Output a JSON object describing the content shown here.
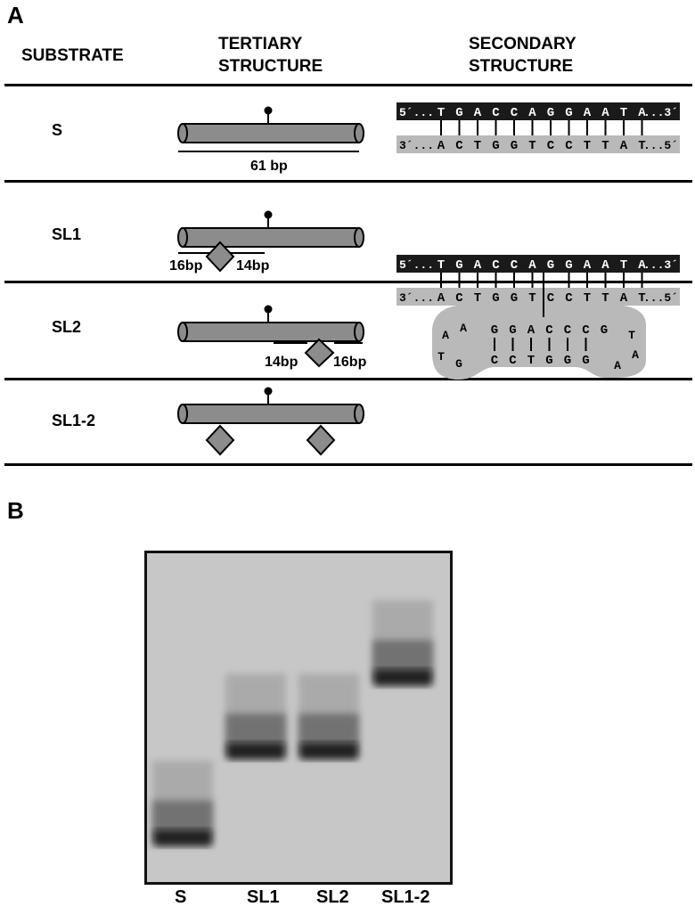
{
  "panel_a": {
    "letter": "A",
    "headers": {
      "substrate": "SUBSTRATE",
      "tertiary_line1": "TERTIARY",
      "tertiary_line2": "STRUCTURE",
      "secondary_line1": "SECONDARY",
      "secondary_line2": "STRUCTURE"
    },
    "rows": [
      {
        "label": "S",
        "length_label": "61 bp"
      },
      {
        "label": "SL1",
        "left_arm": "16bp",
        "right_arm": "14bp"
      },
      {
        "label": "SL2",
        "left_arm": "14bp",
        "right_arm": "16bp"
      },
      {
        "label": "SL1-2"
      }
    ],
    "secondary_structure": {
      "top_strand_prefix": "5´...",
      "top_strand_bases": [
        "T",
        "G",
        "A",
        "C",
        "C",
        "A",
        "G",
        "G",
        "A",
        "A",
        "T",
        "A"
      ],
      "top_strand_suffix": "...3´",
      "bottom_strand_prefix": "3´...",
      "bottom_strand_bases": [
        "A",
        "C",
        "T",
        "G",
        "G",
        "T",
        "C",
        "C",
        "T",
        "T",
        "A",
        "T"
      ],
      "bottom_strand_suffix": "...5´",
      "stem_loop_upper": [
        "G",
        "G",
        "A",
        "C",
        "C",
        "C",
        "G"
      ],
      "stem_loop_lower": [
        "C",
        "C",
        "T",
        "G",
        "G",
        "G"
      ],
      "loop_left": [
        "A",
        "A",
        "T",
        "G"
      ],
      "loop_right": [
        "T",
        "A",
        "A"
      ]
    },
    "colors": {
      "dark_strand": "#1a1a1a",
      "light_strand": "#b9b9b9",
      "cylinder": "#8c8c8c"
    }
  },
  "panel_b": {
    "letter": "B",
    "lanes": [
      {
        "label": "S",
        "band_position": 0.86
      },
      {
        "label": "SL1",
        "band_position": 0.6
      },
      {
        "label": "SL2",
        "band_position": 0.6
      },
      {
        "label": "SL1-2",
        "band_position": 0.38
      }
    ]
  }
}
